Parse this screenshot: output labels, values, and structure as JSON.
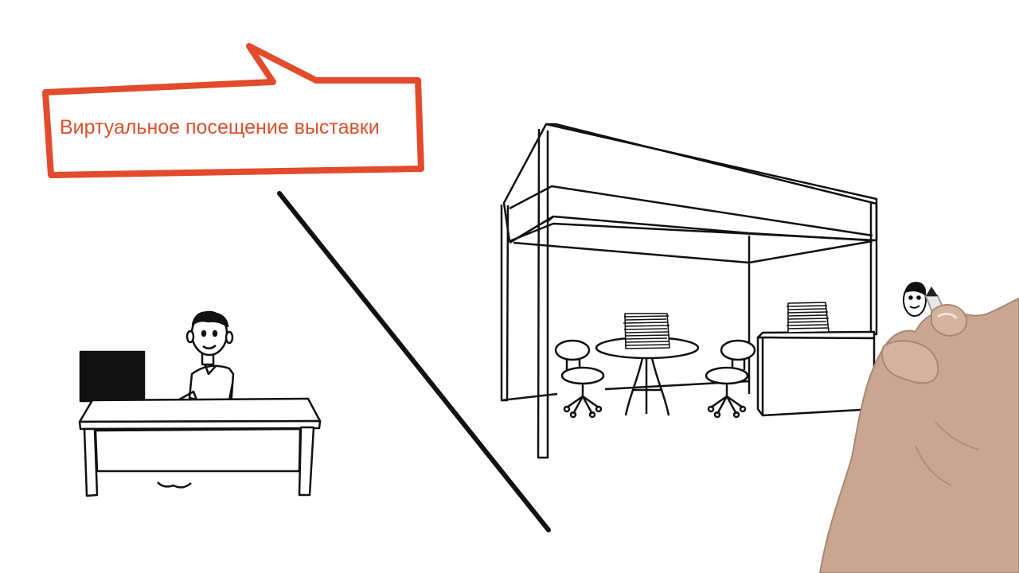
{
  "speech_bubble": {
    "text": "Виртуальное посещение выставки",
    "stroke_color": "#e24b2b",
    "text_color": "#d9502e"
  },
  "scene": {
    "ink_color": "#111111",
    "skin_color": "#c9a691",
    "marker_color": "#e8e8e8"
  },
  "illustrations": {
    "left": "man-at-computer-desk",
    "divider": "diagonal-line",
    "right": "exhibition-booth",
    "overlay": "drawing-hand-with-marker"
  }
}
